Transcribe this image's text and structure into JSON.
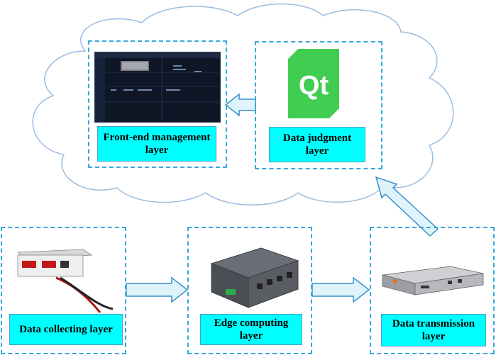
{
  "layers": {
    "front_end": "Front-end management layer",
    "data_judgment": "Data judgment layer",
    "data_collecting": "Data collecting layer",
    "edge_computing": "Edge computing layer",
    "data_transmission": "Data transmission layer"
  },
  "logo": {
    "text": "Qt",
    "color": "#41cd52"
  },
  "colors": {
    "label_fill": "#00ffff",
    "dashed_border": "#33a9e0",
    "arrow_fill": "#dff3fb",
    "arrow_stroke": "#3a8fc9",
    "cloud_stroke": "#9bbde0"
  }
}
